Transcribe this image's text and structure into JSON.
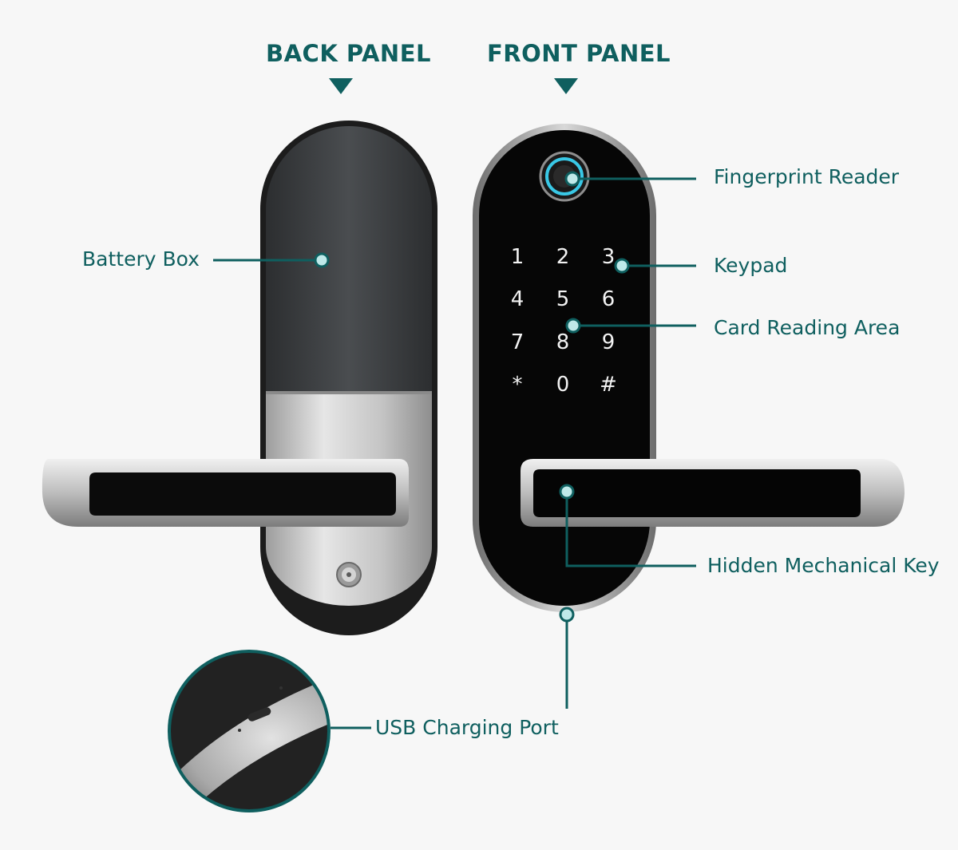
{
  "headers": {
    "back_panel": "BACK PANEL",
    "front_panel": "FRONT PANEL"
  },
  "callouts": {
    "battery_box": "Battery Box",
    "fingerprint_reader": "Fingerprint Reader",
    "keypad": "Keypad",
    "card_reading_area": "Card Reading Area",
    "hidden_mechanical_key": "Hidden Mechanical Key",
    "usb_charging_port": "USB Charging Port"
  },
  "keypad": {
    "keys": [
      "1",
      "2",
      "3",
      "4",
      "5",
      "6",
      "7",
      "8",
      "9",
      "*",
      "0",
      "#"
    ]
  },
  "colors": {
    "accent_teal": "#0f5f5f",
    "background": "#f7f7f7",
    "keypad_glass": "#060606",
    "brushed_steel": "#c9c9c9",
    "dark_panel": "#3a3d40",
    "fingerprint_ring": "#39c8e6"
  },
  "icons": {
    "callout_marker": "teal-ring-dot",
    "pointer": "downward-triangle"
  }
}
